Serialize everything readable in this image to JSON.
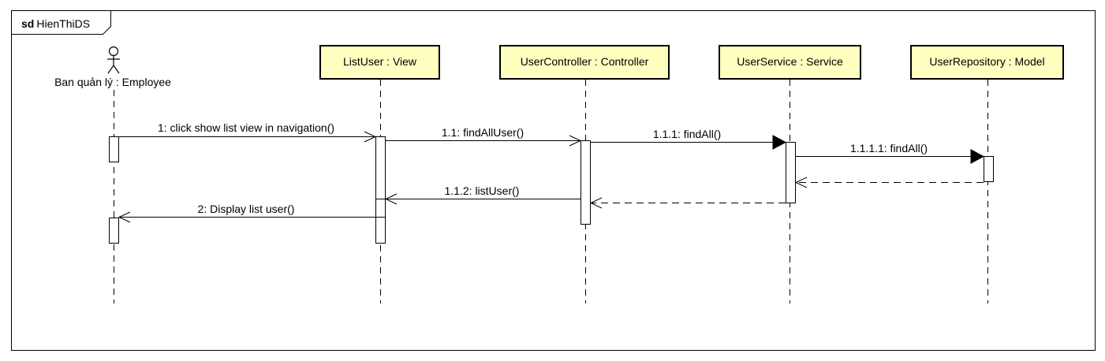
{
  "frame": {
    "keyword": "sd",
    "name": "HienThiDS"
  },
  "actor": {
    "label": "Ban quản lý : Employee"
  },
  "lifelines": [
    {
      "id": "view",
      "label": "ListUser : View"
    },
    {
      "id": "controller",
      "label": "UserController : Controller"
    },
    {
      "id": "service",
      "label": "UserService : Service"
    },
    {
      "id": "repository",
      "label": "UserRepository : Model"
    }
  ],
  "messages": [
    {
      "id": "m1",
      "label": "1: click show list  view  in navigation()"
    },
    {
      "id": "m11",
      "label": "1.1: findAllUser()"
    },
    {
      "id": "m111",
      "label": "1.1.1: findAll()"
    },
    {
      "id": "m1111",
      "label": "1.1.1.1: findAll()"
    },
    {
      "id": "m112",
      "label": "1.1.2: listUser()"
    },
    {
      "id": "m2",
      "label": "2: Display list user()"
    }
  ],
  "colors": {
    "lifeline_fill": "#ffffc0",
    "stroke": "#000000",
    "background": "#ffffff"
  }
}
